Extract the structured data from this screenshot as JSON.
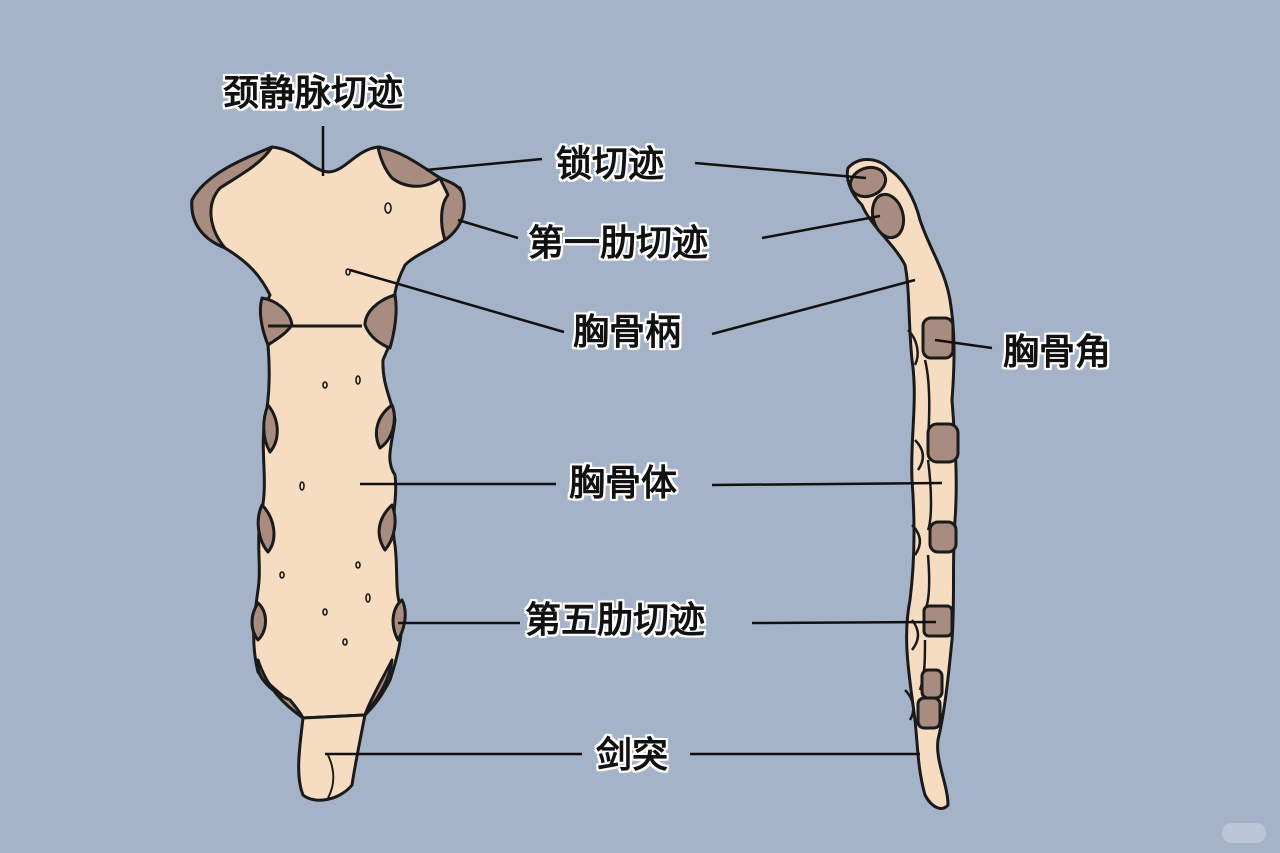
{
  "labels": {
    "jugular_notch": "颈静脉切迹",
    "clavicular_notch": "锁切迹",
    "first_costal_notch": "第一肋切迹",
    "manubrium": "胸骨柄",
    "sternal_angle": "胸骨角",
    "sternal_body": "胸骨体",
    "fifth_costal_notch": "第五肋切迹",
    "xiphoid_process": "剑突"
  },
  "colors": {
    "background": "#a5b3c9",
    "bone_fill": "#f6dcc0",
    "cartilage_fill": "#a88c80",
    "outline": "#1a1a1a"
  }
}
